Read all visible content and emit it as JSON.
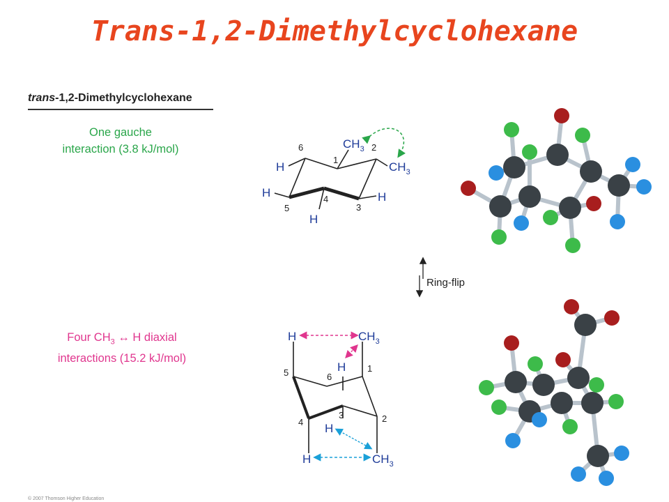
{
  "slide_title": "Trans-1,2-Dimethylcyclohexane",
  "figure": {
    "title_prefix": "trans",
    "title_rest": "-1,2-Dimethylcyclohexane"
  },
  "top_conformer": {
    "note_line1": "One gauche",
    "note_line2": "interaction (3.8 kJ/mol)",
    "labels": {
      "ch3_upper": "CH",
      "ch3_right": "CH",
      "ch3_sub": "3",
      "h_c6": "H",
      "h_c5": "H",
      "h_c4": "H",
      "h_c3": "H"
    },
    "ring_numbers": [
      "1",
      "2",
      "3",
      "4",
      "5",
      "6"
    ]
  },
  "ring_flip_label": "Ring-flip",
  "bottom_conformer": {
    "note_line1_a": "Four CH",
    "note_line1_sub": "3",
    "note_line1_b": " ↔ H diaxial",
    "note_line2": "interactions (15.2 kJ/mol)",
    "labels": {
      "h_top_left": "H",
      "ch3_top_right": "CH",
      "h_mid": "H",
      "h_lower": "H",
      "h_bottom_left": "H",
      "ch3_bottom_right": "CH",
      "ch3_sub": "3"
    },
    "ring_numbers": [
      "1",
      "2",
      "3",
      "4",
      "5",
      "6"
    ]
  },
  "colors": {
    "title": "#e8451e",
    "gauche_note": "#2aa64a",
    "diaxial_note": "#e0368e",
    "label_blue": "#1f3c99",
    "arrow_green": "#2aa64a",
    "arrow_pink": "#e0368e",
    "arrow_cyan": "#1aa0d8",
    "atom_carbon": "#3a4146",
    "atom_hydrogen_green": "#3dbb4a",
    "atom_hydrogen_blue": "#2a8fe0",
    "atom_red": "#a81e1e"
  },
  "copyright": "© 2007 Thomson Higher Education"
}
